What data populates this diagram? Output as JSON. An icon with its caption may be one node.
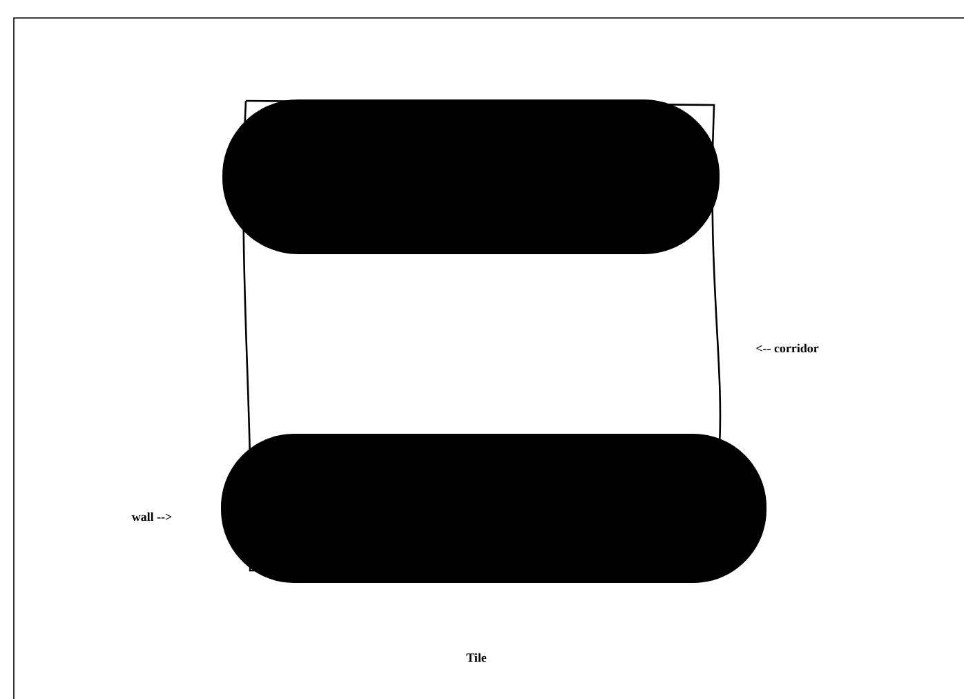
{
  "diagram": {
    "labels": [
      "<-- corridor",
      "wall -->",
      "Tile"
    ]
  }
}
